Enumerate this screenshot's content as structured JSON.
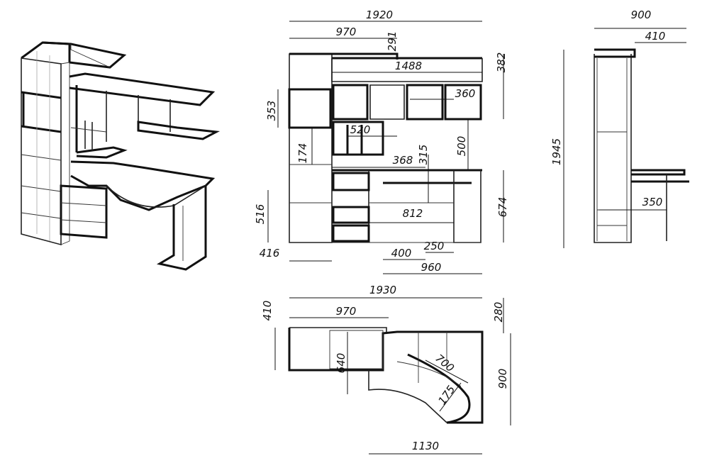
{
  "views": {
    "front": {
      "overall_width": "1920",
      "left_module_width": "970",
      "top_offset": "291",
      "upper_shelf_width": "1488",
      "upper_height": "382",
      "left_cell_height": "353",
      "upper_cell_width": "360",
      "small_opening": "520",
      "mid_height": "174",
      "desk_opening": "368",
      "desk_gap": "315",
      "upper_total": "500",
      "drawer_height": "516",
      "desk_height": "674",
      "knee_width": "812",
      "side_width": "416",
      "desk_depth_front": "400",
      "leg_width": "250",
      "desk_span": "960"
    },
    "side": {
      "overall_depth": "900",
      "upper_depth": "410",
      "overall_height": "1945",
      "desk_gap": "350"
    },
    "plan": {
      "overall_width": "1930",
      "left_depth": "410",
      "left_width": "970",
      "right_depth": "280",
      "inner_depth": "640",
      "radius_outer": "700",
      "radius_inner": "175",
      "total_depth": "900",
      "desk_width": "1130"
    }
  }
}
